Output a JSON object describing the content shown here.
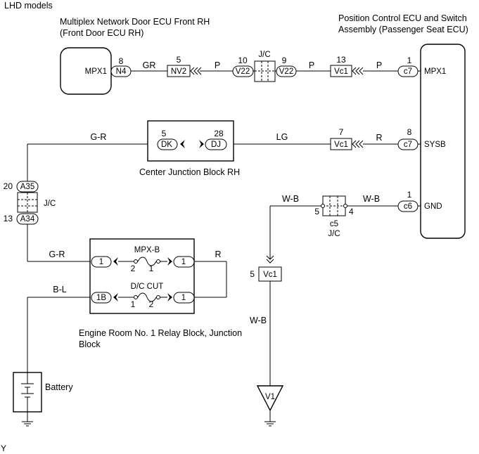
{
  "header": {
    "title": "LHD models"
  },
  "components": {
    "door_ecu": {
      "name_line1": "Multiplex Network Door ECU Front RH",
      "name_line2": "(Front Door ECU RH)",
      "pin": "MPX1"
    },
    "seat_ecu": {
      "name_line1": "Position Control ECU and Switch",
      "name_line2": "Assembly (Passenger Seat ECU)",
      "pins": [
        "MPX1",
        "SYSB",
        "GND"
      ]
    },
    "center_jb": {
      "name": "Center Junction Block RH"
    },
    "relay_block": {
      "name_line1": "Engine Room No. 1 Relay Block, Junction",
      "name_line2": "Block"
    },
    "battery": {
      "name": "Battery"
    },
    "ground_v1": {
      "name": "V1"
    }
  },
  "connectors": {
    "n4": {
      "code": "N4",
      "pin": "8"
    },
    "nv2": {
      "code": "NV2",
      "pin": "5"
    },
    "v22a": {
      "code": "V22",
      "pin": "10"
    },
    "v22b": {
      "code": "V22",
      "pin": "9"
    },
    "jc_top": {
      "label": "J/C"
    },
    "vc1_top": {
      "code": "Vc1",
      "pin": "13"
    },
    "c7_top": {
      "code": "c7",
      "pin": "1"
    },
    "dk": {
      "code": "DK",
      "pin": "5"
    },
    "dj": {
      "code": "DJ",
      "pin": "28"
    },
    "vc1_mid": {
      "code": "Vc1",
      "pin": "7"
    },
    "c7_mid": {
      "code": "c7",
      "pin": "8"
    },
    "c6": {
      "code": "c6",
      "pin": "1"
    },
    "c5": {
      "code": "c5",
      "label": "J/C",
      "pin_left": "5",
      "pin_right": "4"
    },
    "a35": {
      "code": "A35",
      "pin": "20"
    },
    "a34": {
      "code": "A34",
      "pin": "13"
    },
    "jc_left": {
      "label": "J/C"
    },
    "vc1_low": {
      "code": "Vc1",
      "pin": "5"
    },
    "rb_1a": {
      "code": "1"
    },
    "rb_1b": {
      "code": "1"
    },
    "rb_1B": {
      "code": "1B"
    },
    "rb_1c": {
      "code": "1"
    }
  },
  "fuses": {
    "mpx_b": {
      "name": "MPX-B",
      "pin_left": "2",
      "pin_right": "1"
    },
    "dc_cut": {
      "name": "D/C CUT",
      "pin_left": "1",
      "pin_right": "2"
    }
  },
  "wires": {
    "gr": "GR",
    "p1": "P",
    "p2": "P",
    "p3": "P",
    "g_r_top": "G-R",
    "lg": "LG",
    "r_mid": "R",
    "w_b_1": "W-B",
    "w_b_2": "W-B",
    "g_r_low": "G-R",
    "r_relay": "R",
    "b_l": "B-L",
    "w_b_3": "W-B"
  },
  "footer": {
    "mark": "Y"
  }
}
